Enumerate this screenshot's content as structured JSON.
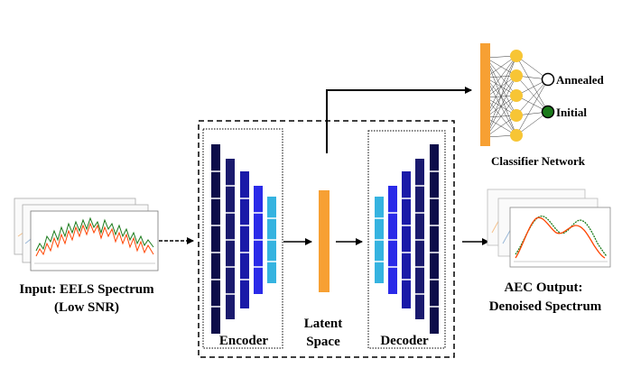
{
  "input": {
    "line1": "Input: EELS Spectrum",
    "line2": "(Low SNR)"
  },
  "encoder": {
    "label": "Encoder"
  },
  "latent": {
    "line1": "Latent",
    "line2": "Space"
  },
  "decoder": {
    "label": "Decoder"
  },
  "classifier": {
    "label": "Classifier Network",
    "class_a": "Annealed",
    "class_b": "Initial"
  },
  "output": {
    "line1": "AEC Output:",
    "line2": "Denoised Spectrum"
  },
  "colors": {
    "navy": "#0d0d4a",
    "dark_blue": "#1a1a8c",
    "blue": "#2a2ae0",
    "light_blue": "#3b8fd9",
    "cyan": "#35b3e0",
    "orange": "#f7a033",
    "node": "#f7c535",
    "initial_fill": "#1a7a1a",
    "green_line": "#1a7a1a",
    "red_line": "#ff4400"
  }
}
